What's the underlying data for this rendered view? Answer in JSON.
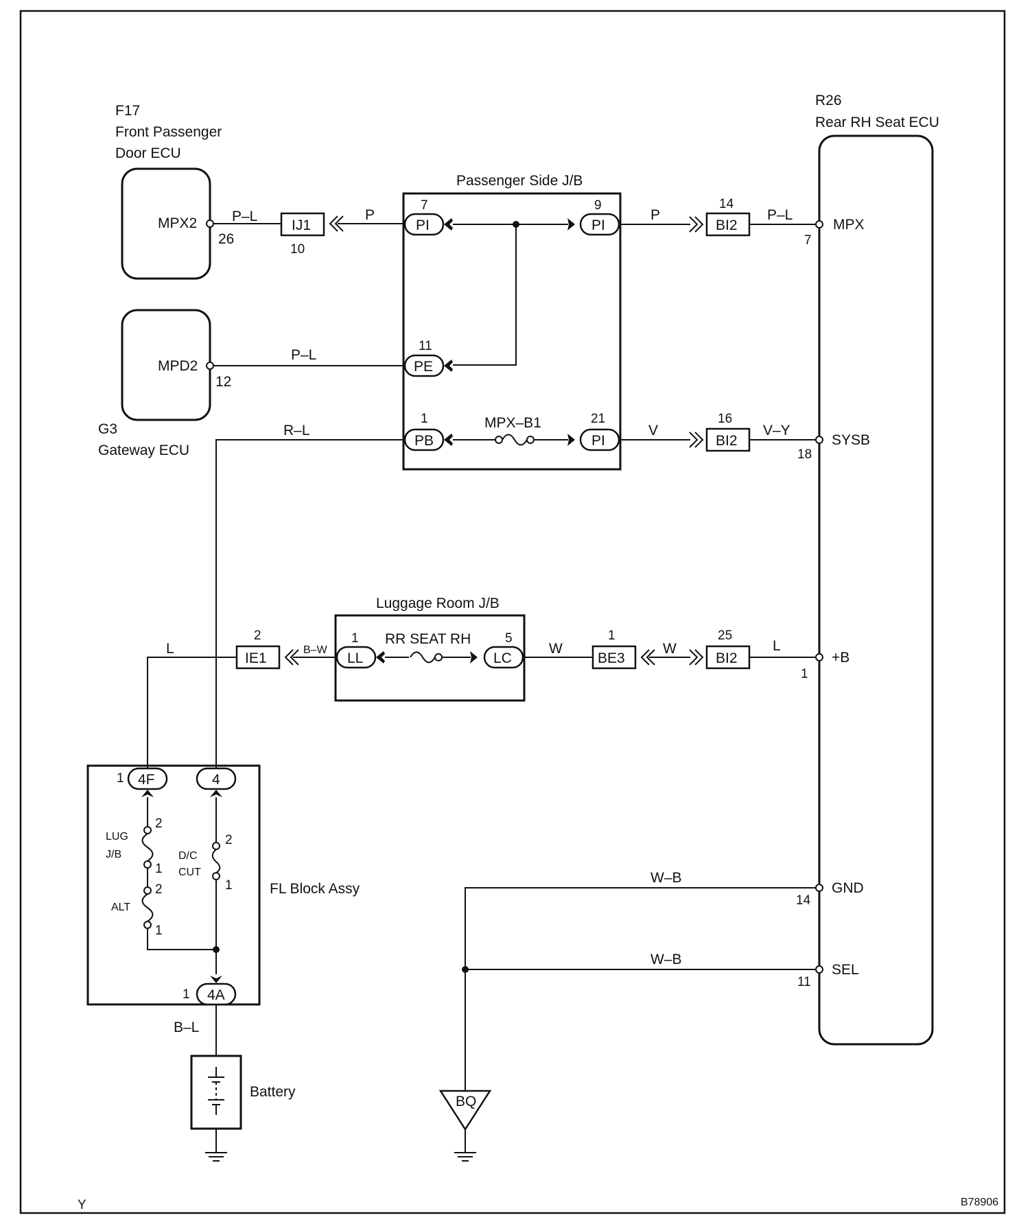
{
  "components": {
    "f17": {
      "code": "F17",
      "name_line1": "Front Passenger",
      "name_line2": "Door ECU",
      "pin_name": "MPX2",
      "pin_no": "26"
    },
    "g3": {
      "code": "G3",
      "name": "Gateway ECU",
      "pin_name": "MPD2",
      "pin_no": "12"
    },
    "r26": {
      "code": "R26",
      "name": "Rear RH Seat ECU",
      "pins": [
        {
          "name": "MPX",
          "no": "7"
        },
        {
          "name": "SYSB",
          "no": "18"
        },
        {
          "name": "+B",
          "no": "1"
        },
        {
          "name": "GND",
          "no": "14"
        },
        {
          "name": "SEL",
          "no": "11"
        }
      ]
    },
    "passenger_jb": {
      "title": "Passenger Side J/B",
      "fuse": "MPX–B1",
      "connectors": [
        {
          "code": "PI",
          "pin": "7"
        },
        {
          "code": "PI",
          "pin": "9"
        },
        {
          "code": "PE",
          "pin": "11"
        },
        {
          "code": "PB",
          "pin": "1"
        },
        {
          "code": "PI",
          "pin": "21"
        }
      ]
    },
    "luggage_jb": {
      "title": "Luggage Room J/B",
      "fuse": "RR SEAT RH",
      "connectors": [
        {
          "code": "LL",
          "pin": "1"
        },
        {
          "code": "LC",
          "pin": "5"
        }
      ]
    },
    "fl_block": {
      "title": "FL Block Assy",
      "connectors": [
        {
          "code": "4F",
          "pin": "1"
        },
        {
          "code": "4",
          "pin": ""
        },
        {
          "code": "4A",
          "pin": "1"
        }
      ],
      "fuses": [
        {
          "name_line1": "LUG",
          "name_line2": "J/B",
          "pin_top": "2",
          "pin_bottom": "1"
        },
        {
          "name_line1": "ALT",
          "name_line2": "",
          "pin_top": "2",
          "pin_bottom": "1"
        },
        {
          "name_line1": "D/C",
          "name_line2": "CUT",
          "pin_top": "2",
          "pin_bottom": "1"
        }
      ]
    },
    "battery": {
      "name": "Battery"
    },
    "ground": {
      "code": "BQ"
    }
  },
  "inline_connectors": [
    {
      "code": "IJ1",
      "pin": "10"
    },
    {
      "code": "BI2",
      "pin": "14"
    },
    {
      "code": "BI2",
      "pin": "16"
    },
    {
      "code": "IE1",
      "pin": "2"
    },
    {
      "code": "BE3",
      "pin": "1"
    },
    {
      "code": "BI2",
      "pin": "25"
    }
  ],
  "wire_colors": {
    "f17_to_ij1": "P–L",
    "ij1_to_jb": "P",
    "jb_to_bi2_top": "P",
    "bi2_to_mpx": "P–L",
    "g3_to_pe": "P–L",
    "pb_feed": "R–L",
    "jb_to_bi2_mid": "V",
    "bi2_to_sysb": "V–Y",
    "ie1_to_ll": "B–W",
    "fl_to_ie1": "L",
    "lc_to_be3": "W",
    "be3_to_bi2": "W",
    "bi2_to_b": "L",
    "gnd_wire": "W–B",
    "sel_wire": "W–B",
    "battery_feed": "B–L"
  },
  "footer": {
    "left": "Y",
    "right": "B78906"
  }
}
